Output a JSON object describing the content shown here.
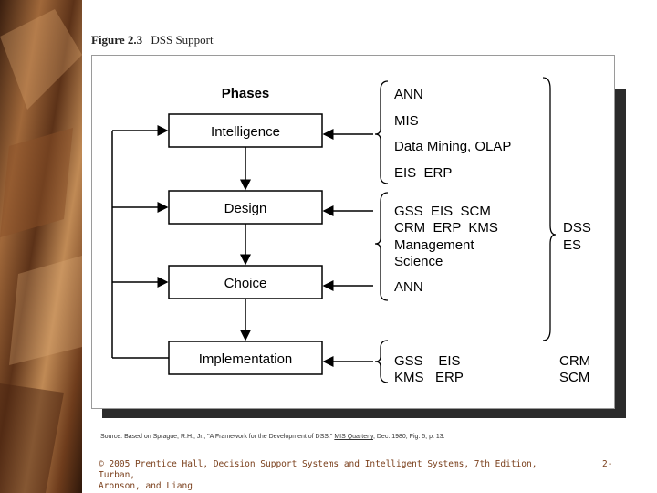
{
  "figure": {
    "number": "Figure 2.3",
    "title": "DSS Support"
  },
  "diagram": {
    "heading": "Phases",
    "phases": [
      "Intelligence",
      "Design",
      "Choice",
      "Implementation"
    ],
    "tools": {
      "group1": [
        "ANN",
        "MIS",
        "Data Mining, OLAP",
        "EIS  ERP"
      ],
      "group2": [
        "GSS  EIS  SCM",
        "CRM  ERP  KMS",
        "Management",
        "Science",
        "ANN"
      ],
      "group3": [
        "GSS    EIS",
        "KMS   ERP"
      ]
    },
    "systems": {
      "dss": [
        "DSS",
        "ES"
      ],
      "crm": [
        "CRM",
        "SCM"
      ]
    }
  },
  "source": {
    "prefix": "Source: Based on Sprague, R.H., Jr., \"A Framework for the Development of DSS.\"",
    "journal": "MIS Quarterly",
    "suffix": ", Dec. 1980, Fig. 5, p. 13."
  },
  "footer": {
    "line1": "© 2005  Prentice Hall, Decision Support Systems and Intelligent Systems, 7th Edition, Turban,",
    "line2": "Aronson, and Liang",
    "page": "2-"
  }
}
